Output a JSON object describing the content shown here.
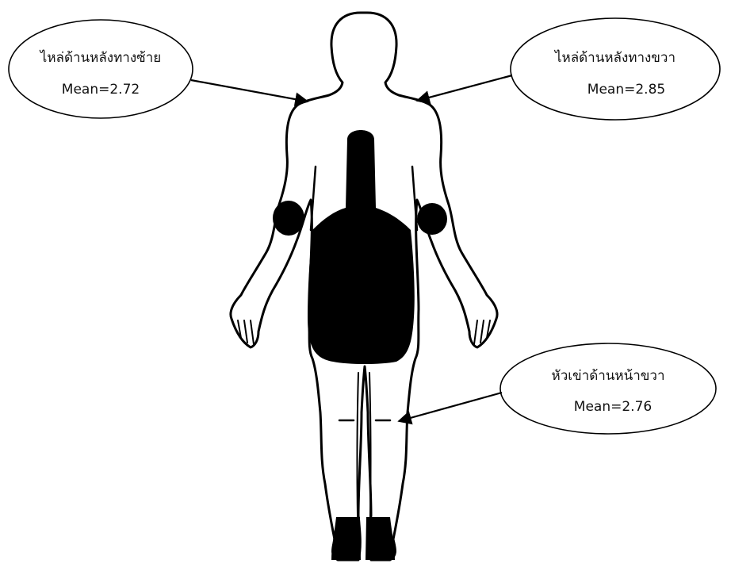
{
  "callouts": [
    {
      "id": "left-shoulder",
      "label": "ไหล่ด้านหลังทางซ้าย",
      "value": "Mean=2.72"
    },
    {
      "id": "right-shoulder",
      "label": "ไหล่ด้านหลังทางขวา",
      "value": "Mean=2.85"
    },
    {
      "id": "right-knee",
      "label": "หัวเข่าด้านหน้าขวา",
      "value": "Mean=2.76"
    }
  ],
  "colors": {
    "ink": "#000000",
    "fill": "#ffffff",
    "text": "#111111"
  }
}
